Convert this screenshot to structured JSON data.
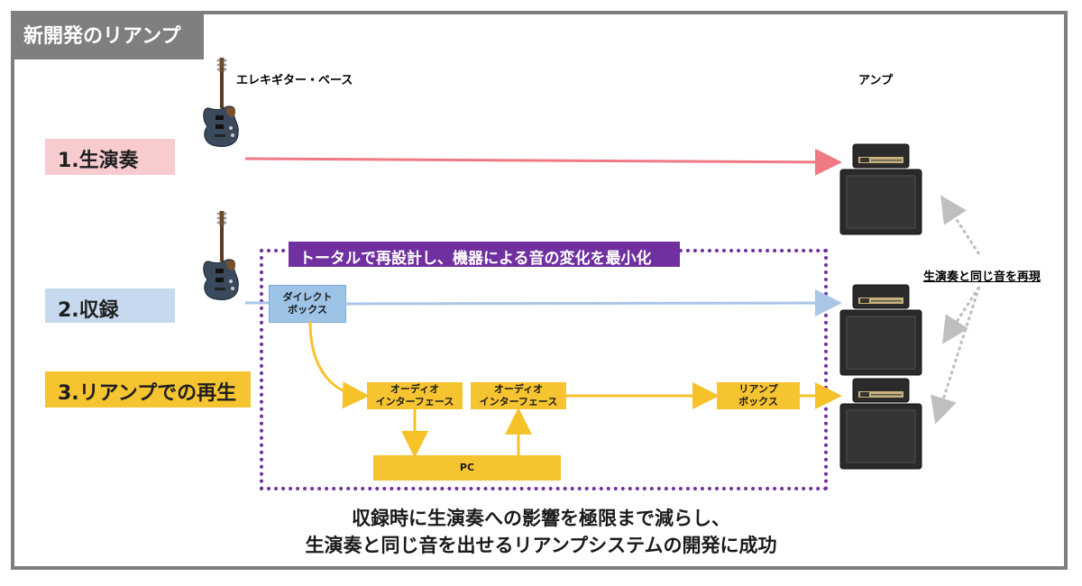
{
  "title": "新開発のリアンプ",
  "labels": {
    "guitar": "エレキギター・ベース",
    "amp": "アンプ",
    "same_sound": "生演奏と同じ音を再現"
  },
  "steps": [
    {
      "label": "1.生演奏",
      "color": "#f8cbcf"
    },
    {
      "label": "2.収録",
      "color": "#c6d9ef"
    },
    {
      "label": "3.リアンプでの再生",
      "color": "#f6c430"
    }
  ],
  "banner": "トータルで再設計し、機器による音の変化を最小化",
  "boxes": {
    "di": "ダイレクト\nボックス",
    "interface_in": "オーディオ\nインターフェース",
    "interface_out": "オーディオ\nインターフェース",
    "reamp": "リアンプ\nボックス",
    "pc": "PC"
  },
  "conclusion": {
    "line1": "収録時に生演奏への影響を極限まで減らし、",
    "line2": "生演奏と同じ音を出せるリアンプシステムの開発に成功"
  },
  "colors": {
    "live_line": "#ef7a83",
    "record_line": "#a9c6e6",
    "reamp_line": "#f6c22a",
    "frame": "#7f7f7f",
    "purple": "#7030a0",
    "di_box": "#9dc3e6"
  }
}
